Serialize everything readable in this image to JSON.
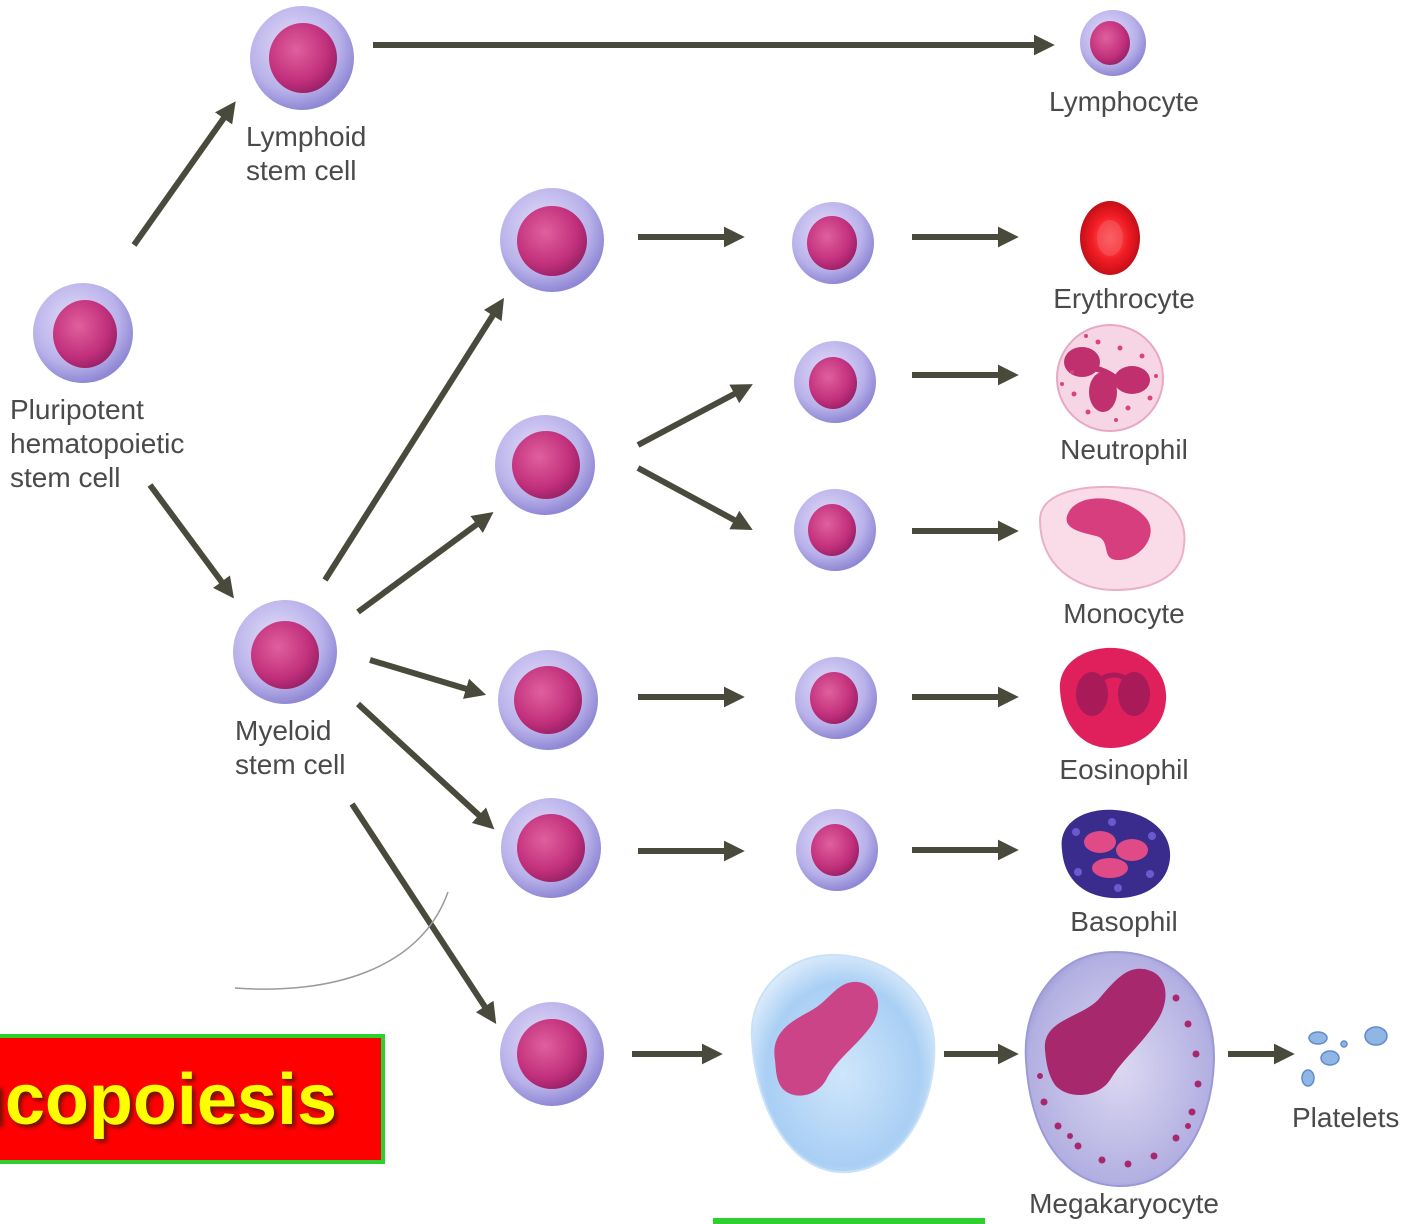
{
  "labels": {
    "pluripotent": [
      "Pluripotent",
      "hematopoietic",
      "stem cell"
    ],
    "lymphoid": [
      "Lymphoid",
      "stem cell"
    ],
    "myeloid": [
      "Myeloid",
      "stem cell"
    ],
    "lymphocyte": "Lymphocyte",
    "erythrocyte": "Erythrocyte",
    "neutrophil": "Neutrophil",
    "monocyte": "Monocyte",
    "eosinophil": "Eosinophil",
    "basophil": "Basophil",
    "megakaryocyte": "Megakaryocyte",
    "platelets": "Platelets"
  },
  "title": "ucopoiesis",
  "colors": {
    "arrow": "#4a4a3c",
    "stem_cytoplasm": "#b9b2ea",
    "stem_nucleus": "#c2307c",
    "erythrocyte": "#e8101c",
    "title_bg": "#ff0000",
    "title_text": "#ffff00",
    "title_border": "#2dd12d"
  }
}
